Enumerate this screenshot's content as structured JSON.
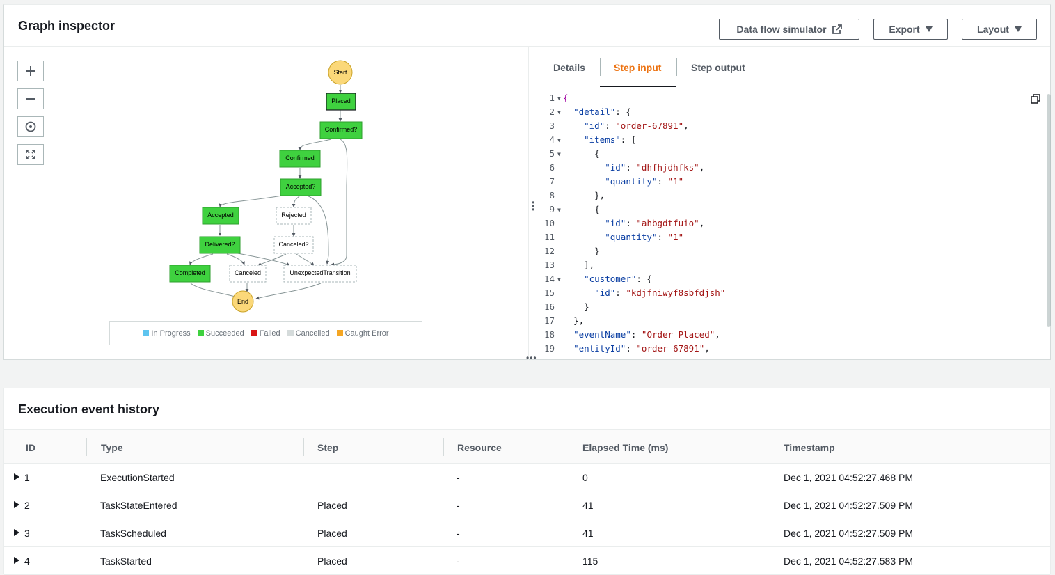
{
  "inspector": {
    "title": "Graph inspector",
    "buttons": {
      "simulator": "Data flow simulator",
      "export": "Export",
      "layout": "Layout"
    }
  },
  "graph": {
    "nodes": {
      "start": "Start",
      "placed": "Placed",
      "confirmed_q": "Confirmed?",
      "confirmed": "Confirmed",
      "accepted_q": "Accepted?",
      "accepted": "Accepted",
      "rejected": "Rejected",
      "delivered_q": "Delivered?",
      "canceled_q": "Canceled?",
      "completed": "Completed",
      "canceled": "Canceled",
      "unexpected": "UnexpectedTransition",
      "end": "End"
    },
    "legend": [
      {
        "label": "In Progress",
        "color": "#5ec4ef"
      },
      {
        "label": "Succeeded",
        "color": "#3fd13f"
      },
      {
        "label": "Failed",
        "color": "#d91515"
      },
      {
        "label": "Cancelled",
        "color": "#d5dbdb"
      },
      {
        "label": "Caught Error",
        "color": "#f5a623"
      }
    ]
  },
  "tabs": {
    "details": "Details",
    "step_input": "Step input",
    "step_output": "Step output",
    "active": "Step input"
  },
  "code_lines": [
    {
      "n": "1",
      "fold": true,
      "parts": [
        [
          "b",
          "{"
        ]
      ]
    },
    {
      "n": "2",
      "fold": true,
      "parts": [
        [
          "p",
          "  "
        ],
        [
          "k",
          "\"detail\""
        ],
        [
          "p",
          ": {"
        ]
      ]
    },
    {
      "n": "3",
      "fold": false,
      "parts": [
        [
          "p",
          "    "
        ],
        [
          "k",
          "\"id\""
        ],
        [
          "p",
          ": "
        ],
        [
          "s",
          "\"order-67891\""
        ],
        [
          "p",
          ","
        ]
      ]
    },
    {
      "n": "4",
      "fold": true,
      "parts": [
        [
          "p",
          "    "
        ],
        [
          "k",
          "\"items\""
        ],
        [
          "p",
          ": ["
        ]
      ]
    },
    {
      "n": "5",
      "fold": true,
      "parts": [
        [
          "p",
          "      {"
        ]
      ]
    },
    {
      "n": "6",
      "fold": false,
      "parts": [
        [
          "p",
          "        "
        ],
        [
          "k",
          "\"id\""
        ],
        [
          "p",
          ": "
        ],
        [
          "s",
          "\"dhfhjdhfks\""
        ],
        [
          "p",
          ","
        ]
      ]
    },
    {
      "n": "7",
      "fold": false,
      "parts": [
        [
          "p",
          "        "
        ],
        [
          "k",
          "\"quantity\""
        ],
        [
          "p",
          ": "
        ],
        [
          "s",
          "\"1\""
        ]
      ]
    },
    {
      "n": "8",
      "fold": false,
      "parts": [
        [
          "p",
          "      },"
        ]
      ]
    },
    {
      "n": "9",
      "fold": true,
      "parts": [
        [
          "p",
          "      {"
        ]
      ]
    },
    {
      "n": "10",
      "fold": false,
      "parts": [
        [
          "p",
          "        "
        ],
        [
          "k",
          "\"id\""
        ],
        [
          "p",
          ": "
        ],
        [
          "s",
          "\"ahbgdtfuio\""
        ],
        [
          "p",
          ","
        ]
      ]
    },
    {
      "n": "11",
      "fold": false,
      "parts": [
        [
          "p",
          "        "
        ],
        [
          "k",
          "\"quantity\""
        ],
        [
          "p",
          ": "
        ],
        [
          "s",
          "\"1\""
        ]
      ]
    },
    {
      "n": "12",
      "fold": false,
      "parts": [
        [
          "p",
          "      }"
        ]
      ]
    },
    {
      "n": "13",
      "fold": false,
      "parts": [
        [
          "p",
          "    ],"
        ]
      ]
    },
    {
      "n": "14",
      "fold": true,
      "parts": [
        [
          "p",
          "    "
        ],
        [
          "k",
          "\"customer\""
        ],
        [
          "p",
          ": {"
        ]
      ]
    },
    {
      "n": "15",
      "fold": false,
      "parts": [
        [
          "p",
          "      "
        ],
        [
          "k",
          "\"id\""
        ],
        [
          "p",
          ": "
        ],
        [
          "s",
          "\"kdjfniwyf8sbfdjsh\""
        ]
      ]
    },
    {
      "n": "16",
      "fold": false,
      "parts": [
        [
          "p",
          "    }"
        ]
      ]
    },
    {
      "n": "17",
      "fold": false,
      "parts": [
        [
          "p",
          "  },"
        ]
      ]
    },
    {
      "n": "18",
      "fold": false,
      "parts": [
        [
          "p",
          "  "
        ],
        [
          "k",
          "\"eventName\""
        ],
        [
          "p",
          ": "
        ],
        [
          "s",
          "\"Order Placed\""
        ],
        [
          "p",
          ","
        ]
      ]
    },
    {
      "n": "19",
      "fold": false,
      "parts": [
        [
          "p",
          "  "
        ],
        [
          "k",
          "\"entityId\""
        ],
        [
          "p",
          ": "
        ],
        [
          "s",
          "\"order-67891\""
        ],
        [
          "p",
          ","
        ]
      ]
    }
  ],
  "history": {
    "title": "Execution event history",
    "columns": [
      "ID",
      "Type",
      "Step",
      "Resource",
      "Elapsed Time (ms)",
      "Timestamp"
    ],
    "rows": [
      {
        "id": "1",
        "type": "ExecutionStarted",
        "step": "",
        "resource": "-",
        "elapsed": "0",
        "timestamp": "Dec 1, 2021 04:52:27.468 PM"
      },
      {
        "id": "2",
        "type": "TaskStateEntered",
        "step": "Placed",
        "resource": "-",
        "elapsed": "41",
        "timestamp": "Dec 1, 2021 04:52:27.509 PM"
      },
      {
        "id": "3",
        "type": "TaskScheduled",
        "step": "Placed",
        "resource": "-",
        "elapsed": "41",
        "timestamp": "Dec 1, 2021 04:52:27.509 PM"
      },
      {
        "id": "4",
        "type": "TaskStarted",
        "step": "Placed",
        "resource": "-",
        "elapsed": "115",
        "timestamp": "Dec 1, 2021 04:52:27.583 PM"
      }
    ]
  }
}
